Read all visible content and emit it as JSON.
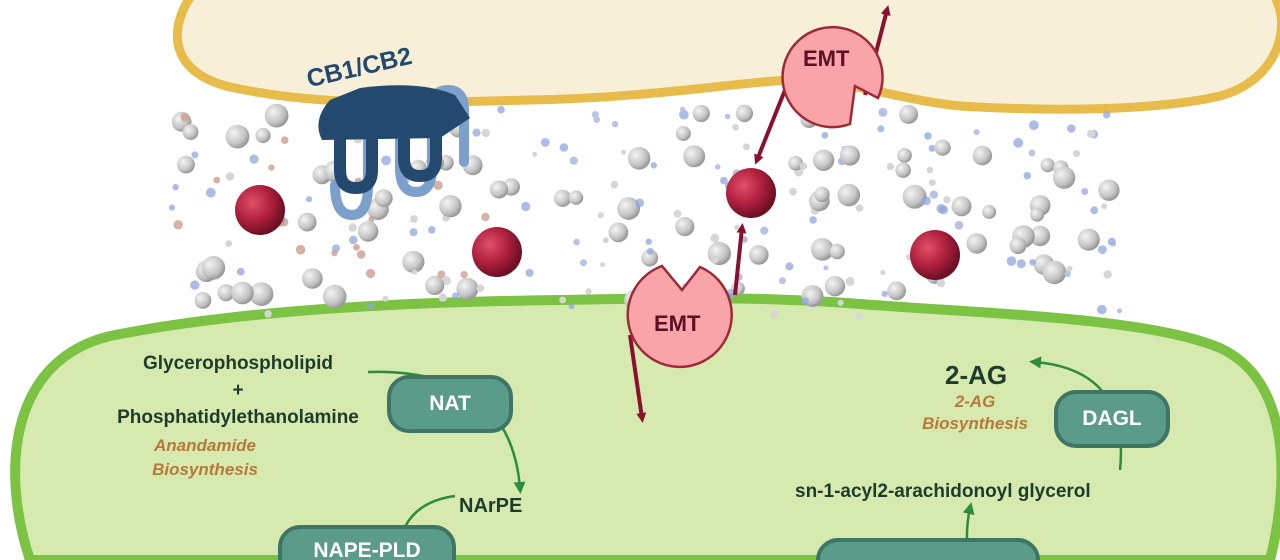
{
  "receptor": {
    "label": "CB1/CB2"
  },
  "transporter": {
    "top_label": "EMT",
    "bottom_label": "EMT"
  },
  "anandamide_pathway": {
    "substrate_line1": "Glycerophospholipid",
    "plus": "+",
    "substrate_line2": "Phosphatidylethanolamine",
    "title_line1": "Anandamide",
    "title_line2": "Biosynthesis",
    "enzyme_nat": "NAT",
    "product": "NArPE",
    "enzyme_nape": "NAPE-PLD"
  },
  "ag_pathway": {
    "product": "2-AG",
    "title_line1": "2-AG",
    "title_line2": "Biosynthesis",
    "enzyme": "DAGL",
    "substrate": "sn-1-acyl2-arachidonoyl glycerol"
  },
  "colors": {
    "presynaptic_fill": "#f8efd8",
    "presynaptic_border": "#e8bc4a",
    "postsynaptic_fill": "#d6eab0",
    "postsynaptic_border": "#7cc243",
    "enzyme_fill": "#5a9b8a",
    "transporter_fill": "#f9a4a8",
    "ligand": "#b0213f",
    "arrow_dark_red": "#8a1030",
    "arrow_green": "#2e8b3e",
    "receptor_dark": "#23496e",
    "receptor_light": "#7d9fcc"
  }
}
